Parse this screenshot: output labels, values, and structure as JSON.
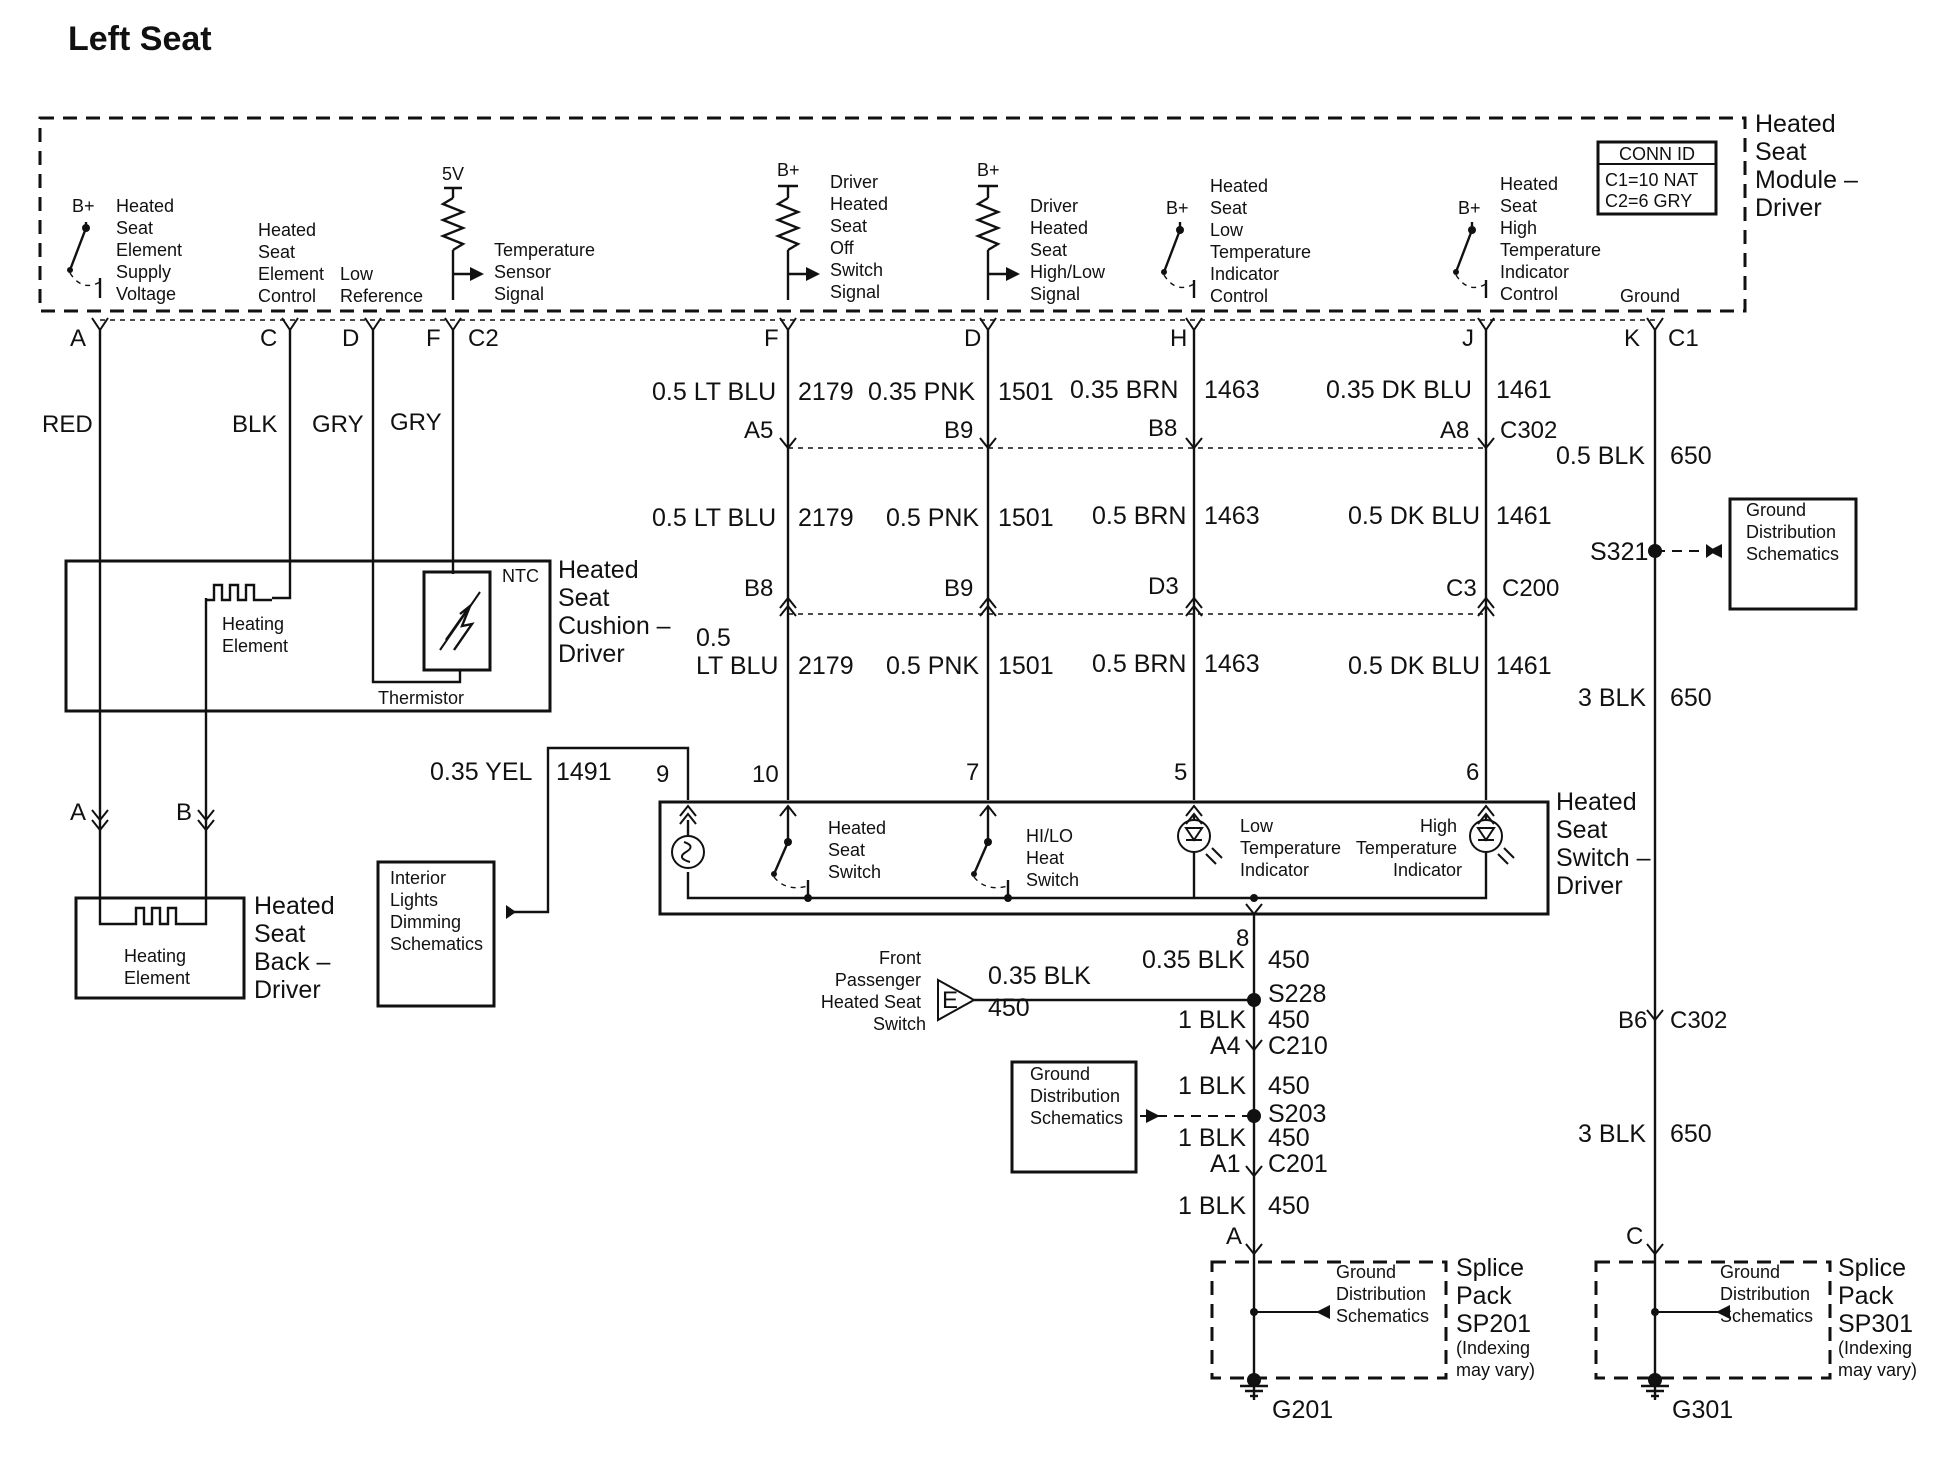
{
  "title": "Left Seat",
  "module": {
    "name": [
      "Heated",
      "Seat",
      "Module –",
      "Driver"
    ],
    "conn_id_title": "CONN ID",
    "conn_id": [
      "C1=10 NAT",
      "C2=6 GRY"
    ],
    "bplus": "B+",
    "five_v": "5V",
    "supply": [
      "Heated",
      "Seat",
      "Element",
      "Supply",
      "Voltage"
    ],
    "control": [
      "Heated",
      "Seat",
      "Element",
      "Control"
    ],
    "low_ref": [
      "Low",
      "Reference"
    ],
    "temp_sensor": [
      "Temperature",
      "Sensor",
      "Signal"
    ],
    "off_switch": [
      "Driver",
      "Heated",
      "Seat",
      "Off",
      "Switch",
      "Signal"
    ],
    "hilo_signal": [
      "Driver",
      "Heated",
      "Seat",
      "High/Low",
      "Signal"
    ],
    "low_ind": [
      "Heated",
      "Seat",
      "Low",
      "Temperature",
      "Indicator",
      "Control"
    ],
    "high_ind": [
      "Heated",
      "Seat",
      "High",
      "Temperature",
      "Indicator",
      "Control"
    ],
    "ground": "Ground"
  },
  "pins": {
    "A": "A",
    "C": "C",
    "D": "D",
    "F": "F",
    "C2": "C2",
    "F1": "F",
    "D1": "D",
    "H1": "H",
    "J1": "J",
    "K1": "K",
    "C1": "C1"
  },
  "wires_left": {
    "red": "RED",
    "blk": "BLK",
    "gry1": "GRY",
    "gry2": "GRY"
  },
  "row1": [
    "0.5 LT BLU",
    "2179",
    "0.35 PNK",
    "1501",
    "0.35 BRN",
    "1463",
    "0.35 DK BLU",
    "1461"
  ],
  "c302_pins": [
    "A5",
    "B9",
    "B8",
    "A8"
  ],
  "c302": "C302",
  "gnd_wire1": [
    "0.5 BLK",
    "650"
  ],
  "row2": [
    "0.5 LT BLU",
    "2179",
    "0.5 PNK",
    "1501",
    "0.5 BRN",
    "1463",
    "0.5 DK BLU",
    "1461"
  ],
  "s321": "S321",
  "ground_dist": [
    "Ground",
    "Distribution",
    "Schematics"
  ],
  "c200_pins": [
    "B8",
    "B9",
    "D3",
    "C3"
  ],
  "c200": "C200",
  "row3": [
    "0.5",
    "LT BLU",
    "2179",
    "0.5 PNK",
    "1501",
    "0.5 BRN",
    "1463",
    "0.5 DK BLU",
    "1461"
  ],
  "gnd_wire2": [
    "3 BLK",
    "650"
  ],
  "cushion": {
    "name": [
      "Heated",
      "Seat",
      "Cushion –",
      "Driver"
    ],
    "ntc": "NTC",
    "heating": [
      "Heating",
      "Element"
    ],
    "thermistor": "Thermistor"
  },
  "seat_back": {
    "pins": [
      "A",
      "B"
    ],
    "heating": [
      "Heating",
      "Element"
    ],
    "name": [
      "Heated",
      "Seat",
      "Back –",
      "Driver"
    ]
  },
  "yel_wire": [
    "0.35 YEL",
    "1491"
  ],
  "interior": [
    "Interior",
    "Lights",
    "Dimming",
    "Schematics"
  ],
  "switch_pins": [
    "9",
    "10",
    "7",
    "5",
    "6",
    "8"
  ],
  "switch": {
    "heated_sw": [
      "Heated",
      "Seat",
      "Switch"
    ],
    "hilo_sw": [
      "HI/LO",
      "Heat",
      "Switch"
    ],
    "low_ind": [
      "Low",
      "Temperature",
      "Indicator"
    ],
    "high_ind": [
      "High",
      "Temperature",
      "Indicator"
    ],
    "name": [
      "Heated",
      "Seat",
      "Switch –",
      "Driver"
    ]
  },
  "ground_chain": {
    "w1": [
      "0.35 BLK",
      "450"
    ],
    "front_pass": [
      "Front",
      "Passenger",
      "Heated Seat",
      "Switch"
    ],
    "e": "E",
    "fp_wire": [
      "0.35 BLK",
      "450"
    ],
    "s228": "S228",
    "w2": [
      "1 BLK",
      "450"
    ],
    "c210": [
      "A4",
      "C210"
    ],
    "w3": [
      "1 BLK",
      "450"
    ],
    "s203": "S203",
    "w4": [
      "1 BLK",
      "450"
    ],
    "c201": [
      "A1",
      "C201"
    ],
    "w5": [
      "1 BLK",
      "450"
    ],
    "pin_a": "A"
  },
  "b6": [
    "B6",
    "C302"
  ],
  "gnd_wire3": [
    "3 BLK",
    "650"
  ],
  "pin_c": "C",
  "sp201": {
    "name": [
      "Splice",
      "Pack",
      "SP201"
    ],
    "note": [
      "(Indexing",
      "may vary)"
    ],
    "g": "G201"
  },
  "sp301": {
    "name": [
      "Splice",
      "Pack",
      "SP301"
    ],
    "note": [
      "(Indexing",
      "may vary)"
    ],
    "g": "G301"
  }
}
